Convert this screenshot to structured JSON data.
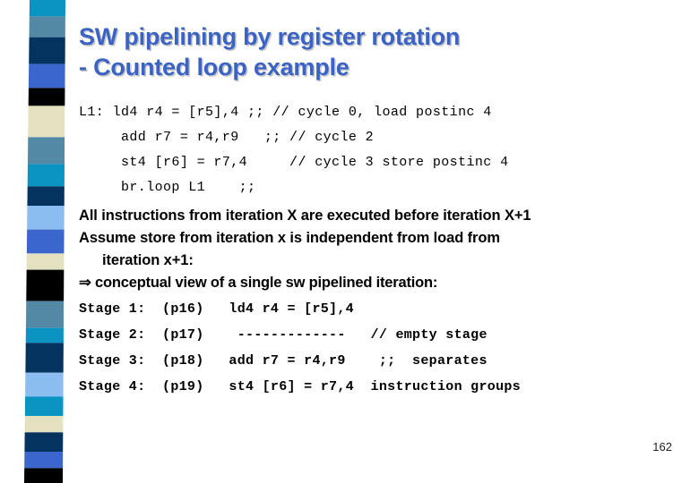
{
  "slide": {
    "background_color": "#FFFFFF",
    "title": "SW pipelining by register rotation\n- Counted loop example",
    "title_color": "#3B63C6",
    "page_number": "162"
  },
  "stripe": {
    "name": "decorative-color-bars",
    "bands": [
      {
        "color": "#0B93C2",
        "height": 22
      },
      {
        "color": "#5389A5",
        "height": 28
      },
      {
        "color": "#04335F",
        "height": 36
      },
      {
        "color": "#3B66CC",
        "height": 32
      },
      {
        "color": "#000000",
        "height": 24
      },
      {
        "color": "#E3E1C0",
        "height": 42
      },
      {
        "color": "#5389A5",
        "height": 36
      },
      {
        "color": "#0B93C2",
        "height": 30
      },
      {
        "color": "#04335F",
        "height": 26
      },
      {
        "color": "#8BBDF0",
        "height": 32
      },
      {
        "color": "#3B66CC",
        "height": 32
      },
      {
        "color": "#E3E1C0",
        "height": 22
      },
      {
        "color": "#000000",
        "height": 42
      },
      {
        "color": "#5389A5",
        "height": 36
      },
      {
        "color": "#0B93C2",
        "height": 20
      },
      {
        "color": "#04335F",
        "height": 40
      },
      {
        "color": "#8BBDF0",
        "height": 32
      },
      {
        "color": "#0B93C2",
        "height": 26
      },
      {
        "color": "#E3E1C0",
        "height": 22
      },
      {
        "color": "#04335F",
        "height": 26
      },
      {
        "color": "#3B66CC",
        "height": 22
      },
      {
        "color": "#000000",
        "height": 20
      }
    ]
  },
  "code": {
    "lines": [
      "L1: ld4 r4 = [r5],4 ;; // cycle 0, load postinc 4",
      "     add r7 = r4,r9   ;; // cycle 2",
      "     st4 [r6] = r7,4     // cycle 3 store postinc 4",
      "     br.loop L1    ;;"
    ]
  },
  "prose": {
    "line1": "All instructions from iteration X are executed before iteration X+1",
    "line2": "Assume store from iteration x is independent from load from",
    "line3": "iteration x+1:",
    "line4": "⇒ conceptual view of a single sw pipelined iteration:"
  },
  "stages": {
    "rows": [
      "Stage 1:  (p16)   ld4 r4 = [r5],4",
      "Stage 2:  (p17)    -------------   // empty stage",
      "Stage 3:  (p18)   add r7 = r4,r9    ;;  separates",
      "Stage 4:  (p19)   st4 [r6] = r7,4  instruction groups"
    ]
  }
}
